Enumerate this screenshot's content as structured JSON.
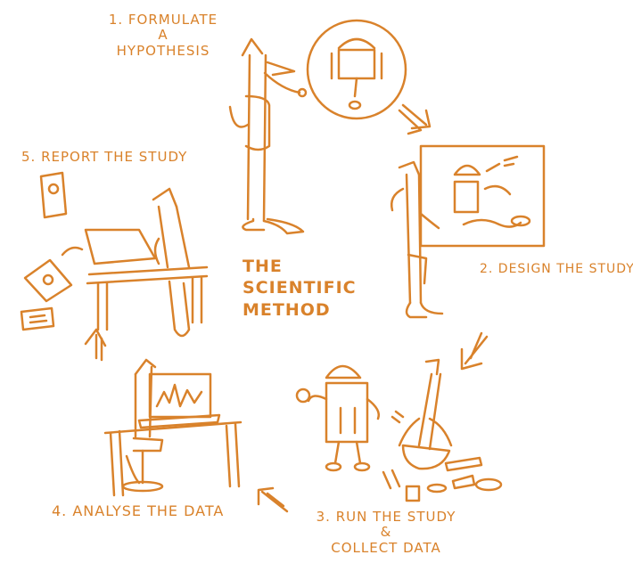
{
  "title": [
    "The",
    "Scientific",
    "Method"
  ],
  "steps": {
    "formulate": [
      "1. Formulate",
      "a",
      "Hypothesis"
    ],
    "design": "2. Design the study",
    "run": [
      "3. Run the study",
      "&",
      "collect data"
    ],
    "analyse": "4. Analyse the data",
    "report": "5. Report the study"
  },
  "colors": {
    "ink": "#d9822b",
    "background": "#ffffff"
  }
}
